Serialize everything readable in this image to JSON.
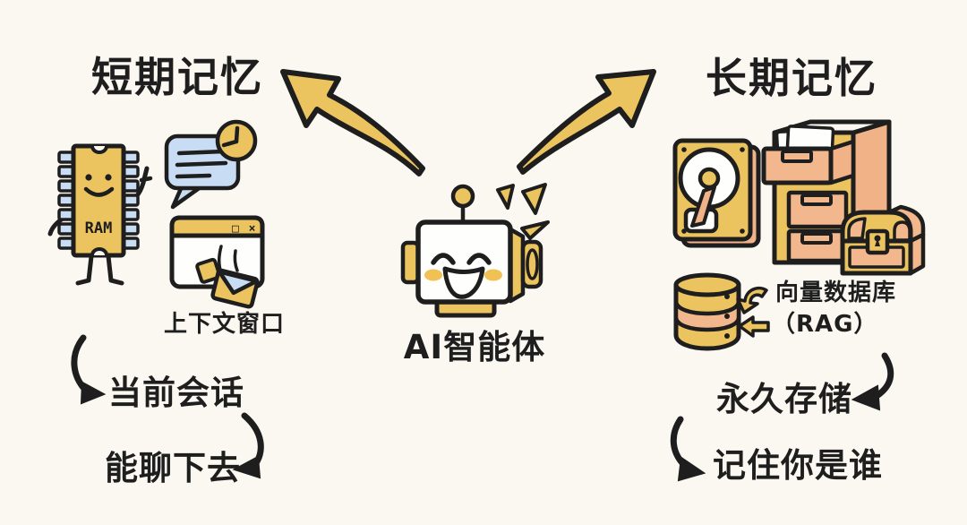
{
  "palette": {
    "background": "#FBF8F1",
    "ink": "#1E1E1E",
    "yellow": "#ECC45F",
    "orange": "#F2B287",
    "blue": "#C8DCF4",
    "white": "#FEFEFC"
  },
  "center": {
    "label": "AI智能体"
  },
  "short_term": {
    "title": "短期记忆",
    "ram_label": "RAM",
    "window_controls": "_ □ ×",
    "caption": "上下文窗口",
    "flow": [
      "当前会话",
      "能聊下去"
    ]
  },
  "long_term": {
    "title": "长期记忆",
    "vector_db_line1": "向量数据库",
    "vector_db_line2": "（RAG）",
    "flow": [
      "永久存储",
      "记住你是谁"
    ]
  }
}
